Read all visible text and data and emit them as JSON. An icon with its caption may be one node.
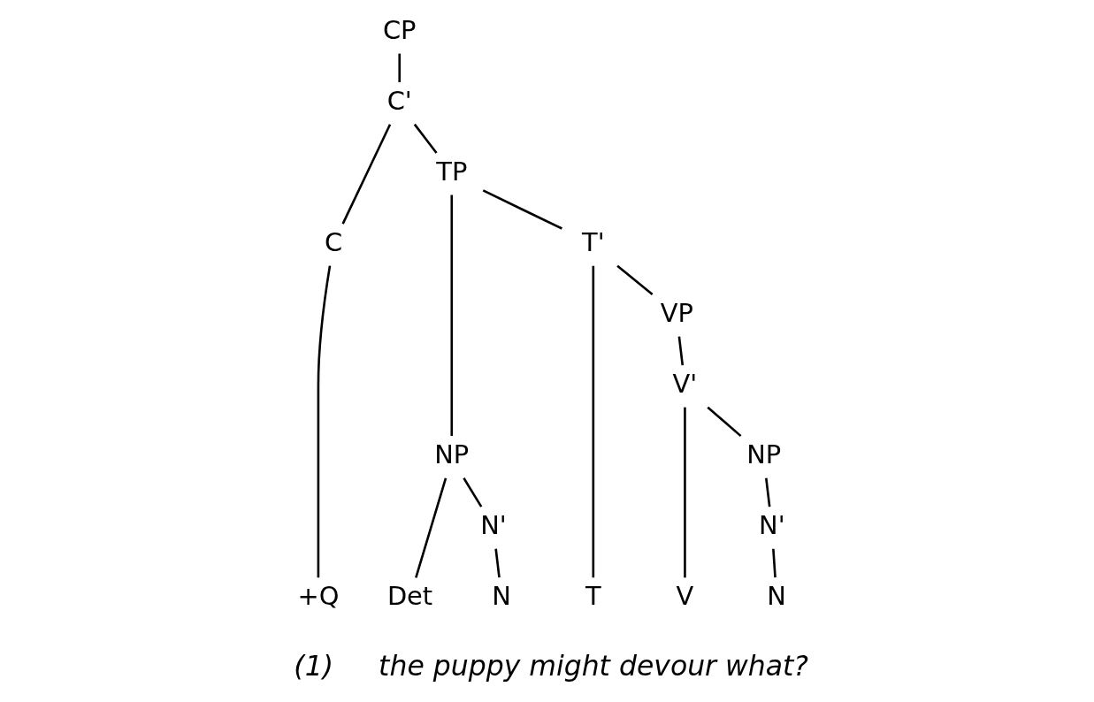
{
  "diagram": {
    "nodes": [
      {
        "text": [
          "CP"
        ]
      },
      {
        "text": [
          "C'"
        ]
      },
      {
        "text": [
          "C"
        ]
      },
      {
        "text": [
          "+Q"
        ]
      },
      {
        "text": [
          "TP"
        ]
      },
      {
        "text": [
          "NP"
        ]
      },
      {
        "text": [
          "N'"
        ]
      },
      {
        "text": [
          "Det"
        ]
      },
      {
        "text": [
          "N"
        ]
      },
      {
        "text": [
          "T'"
        ]
      },
      {
        "text": [
          "T"
        ]
      },
      {
        "text": [
          "VP"
        ]
      },
      {
        "text": [
          "V'"
        ]
      },
      {
        "text": [
          "V"
        ]
      },
      {
        "text": [
          "NP"
        ]
      },
      {
        "text": [
          "N'"
        ]
      },
      {
        "text": [
          "N"
        ]
      }
    ],
    "edges": [
      {
        "from": 0,
        "to": 1,
        "arrow": "none"
      },
      {
        "from": 1,
        "to": 2,
        "arrow": "none"
      },
      {
        "from": 1,
        "to": 4,
        "arrow": "none"
      },
      {
        "from": 2,
        "to": 3,
        "arrow": "none"
      },
      {
        "from": 4,
        "to": 5,
        "arrow": "none"
      },
      {
        "from": 4,
        "to": 9,
        "arrow": "none"
      },
      {
        "from": 5,
        "to": 7,
        "arrow": "none"
      },
      {
        "from": 5,
        "to": 6,
        "arrow": "none"
      },
      {
        "from": 6,
        "to": 8,
        "arrow": "none"
      },
      {
        "from": 9,
        "to": 10,
        "arrow": "none"
      },
      {
        "from": 9,
        "to": 11,
        "arrow": "none"
      },
      {
        "from": 11,
        "to": 12,
        "arrow": "none"
      },
      {
        "from": 12,
        "to": 13,
        "arrow": "none"
      },
      {
        "from": 12,
        "to": 14,
        "arrow": "none"
      },
      {
        "from": 14,
        "to": 15,
        "arrow": "none"
      },
      {
        "from": 15,
        "to": 16,
        "arrow": "none"
      }
    ],
    "labels": [
      "(1)",
      "the puppy might devour what?"
    ]
  }
}
